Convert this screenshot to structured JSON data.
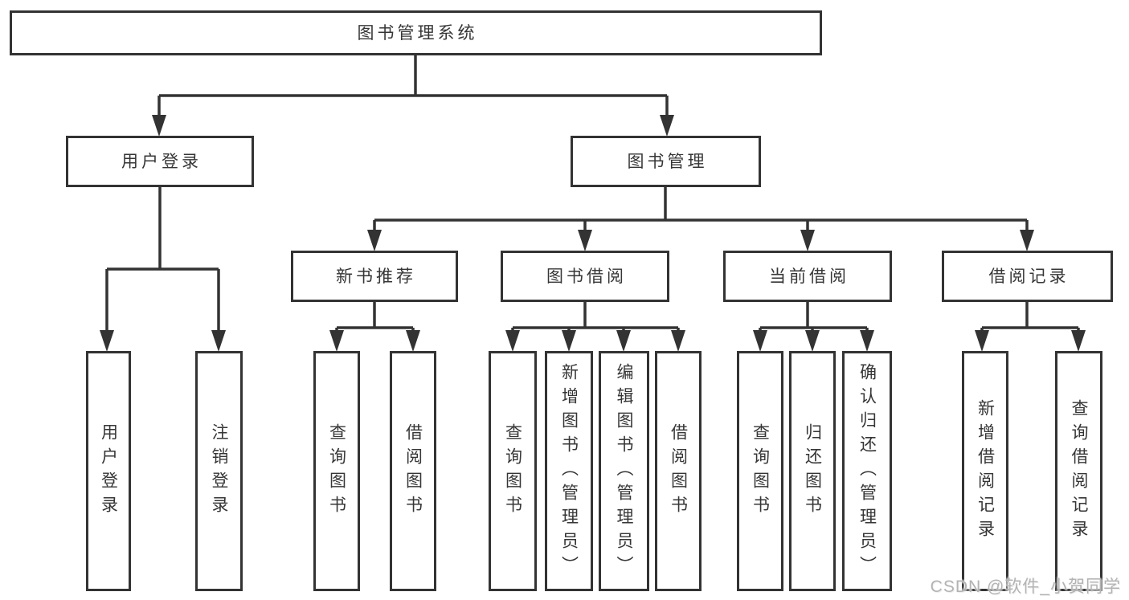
{
  "tree": {
    "root": "图书管理系统",
    "user_login": {
      "label": "用户登录",
      "children": [
        "用户登录",
        "注销登录"
      ]
    },
    "book_mgmt": {
      "label": "图书管理"
    },
    "new_books": {
      "label": "新书推荐",
      "children": [
        "查询图书",
        "借阅图书"
      ]
    },
    "book_borrow": {
      "label": "图书借阅",
      "children": [
        "查询图书",
        "新增图书（管理员）",
        "编辑图书（管理员）",
        "借阅图书"
      ]
    },
    "current_borrow": {
      "label": "当前借阅",
      "children": [
        "查询图书",
        "归还图书",
        "确认归还（管理员）"
      ]
    },
    "borrow_records": {
      "label": "借阅记录",
      "children": [
        "新增借阅记录",
        "查询借阅记录"
      ]
    }
  },
  "watermark": {
    "text": "CSDN @软件_小贺同学"
  },
  "colors": {
    "line": "#333333",
    "box_border": "#333333",
    "box_bg": "#ffffff",
    "text": "#363636",
    "watermark": "#b3b3b3"
  }
}
